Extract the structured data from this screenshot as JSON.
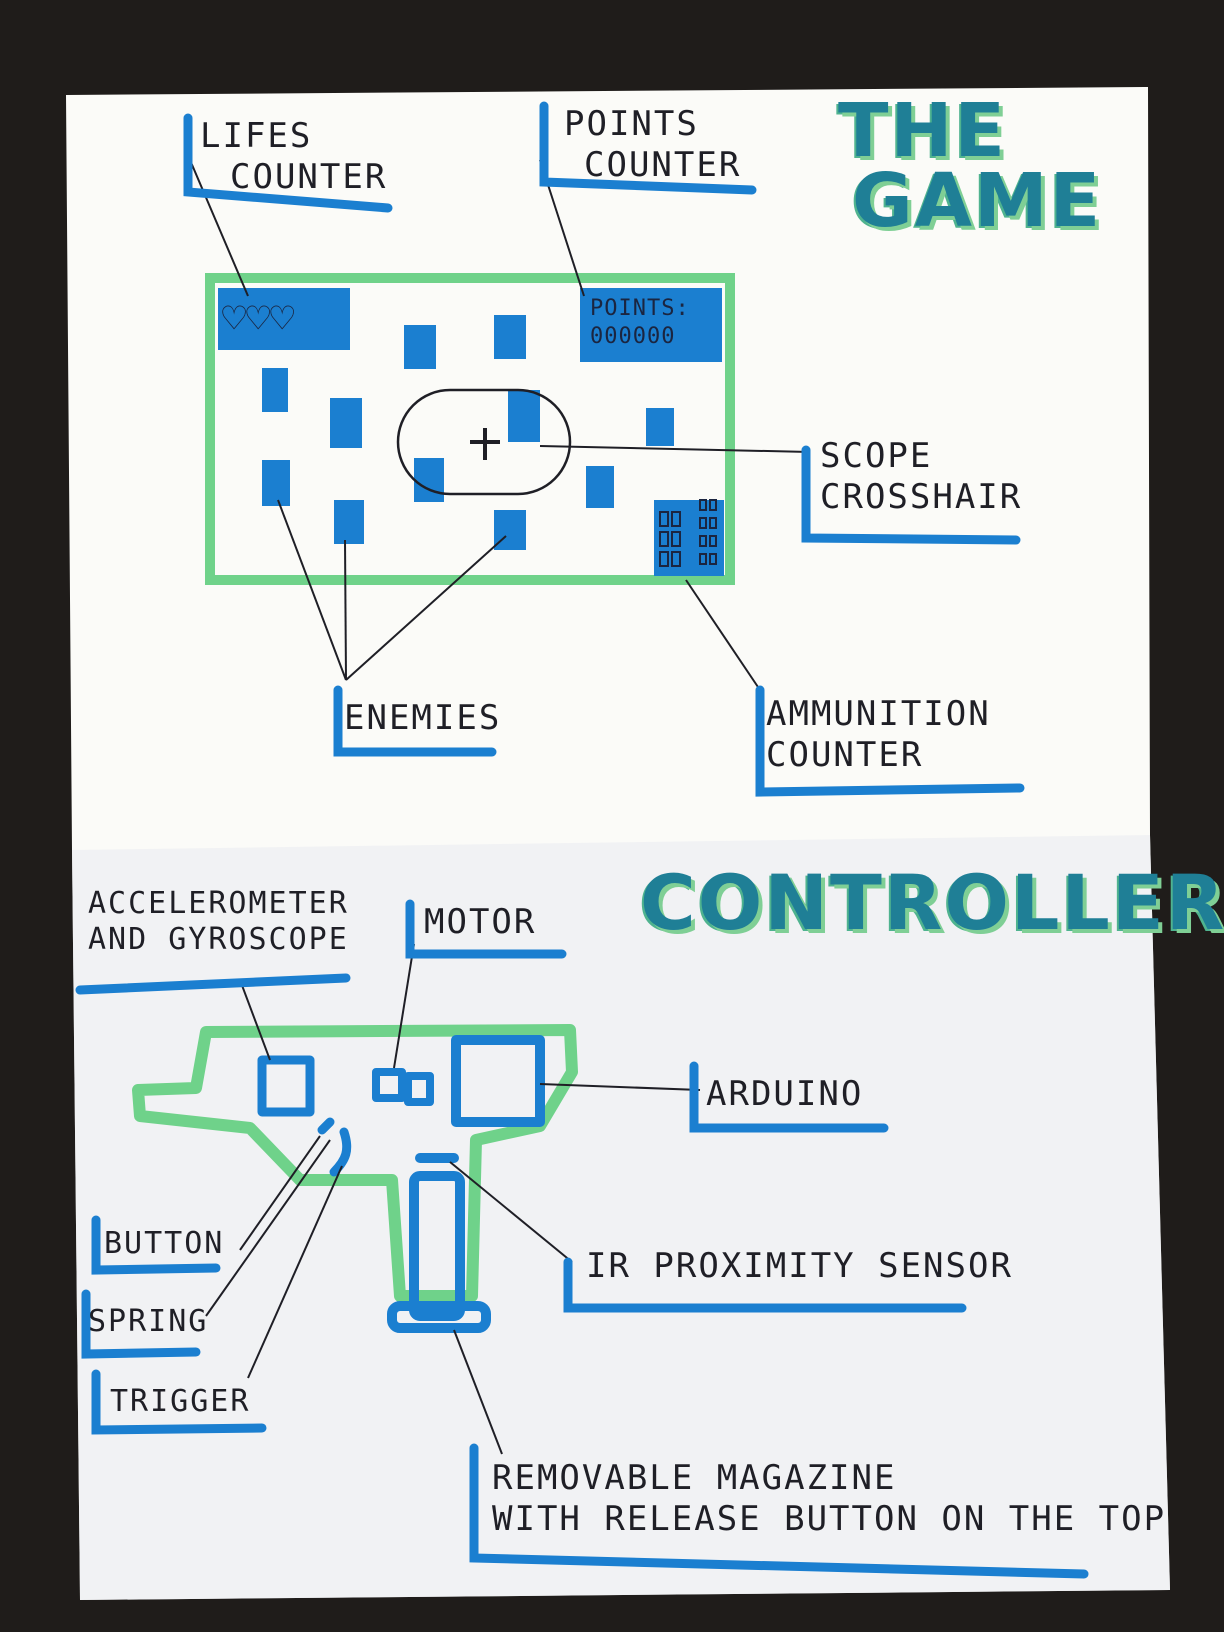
{
  "titles": {
    "game": [
      "THE",
      "GAME"
    ],
    "controller": "CONTROLLER"
  },
  "game": {
    "lifes_label": [
      "LIFES",
      "COUNTER"
    ],
    "points_label": [
      "POINTS",
      "COUNTER"
    ],
    "scope_label": [
      "SCOPE",
      "CROSSHAIR"
    ],
    "enemies_label": "ENEMIES",
    "ammo_label": [
      "AMMUNITION",
      "COUNTER"
    ],
    "hud": {
      "lives": "♡♡♡",
      "points_caption": "POINTS:",
      "points_value": "000000"
    }
  },
  "controller": {
    "accel_label": [
      "ACCELEROMETER",
      "AND GYROSCOPE"
    ],
    "motor_label": "MOTOR",
    "arduino_label": "ARDUINO",
    "button_label": "BUTTON",
    "spring_label": "SPRING",
    "trigger_label": "TRIGGER",
    "ir_label": "IR PROXIMITY SENSOR",
    "magazine_label": [
      "REMOVABLE MAGAZINE",
      "WITH RELEASE BUTTON ON THE TOP"
    ]
  },
  "colors": {
    "blue_marker": "#1b7fd0",
    "green_marker": "#6fd28a",
    "ink": "#1f1f26",
    "paper": "#fbfbf8"
  }
}
